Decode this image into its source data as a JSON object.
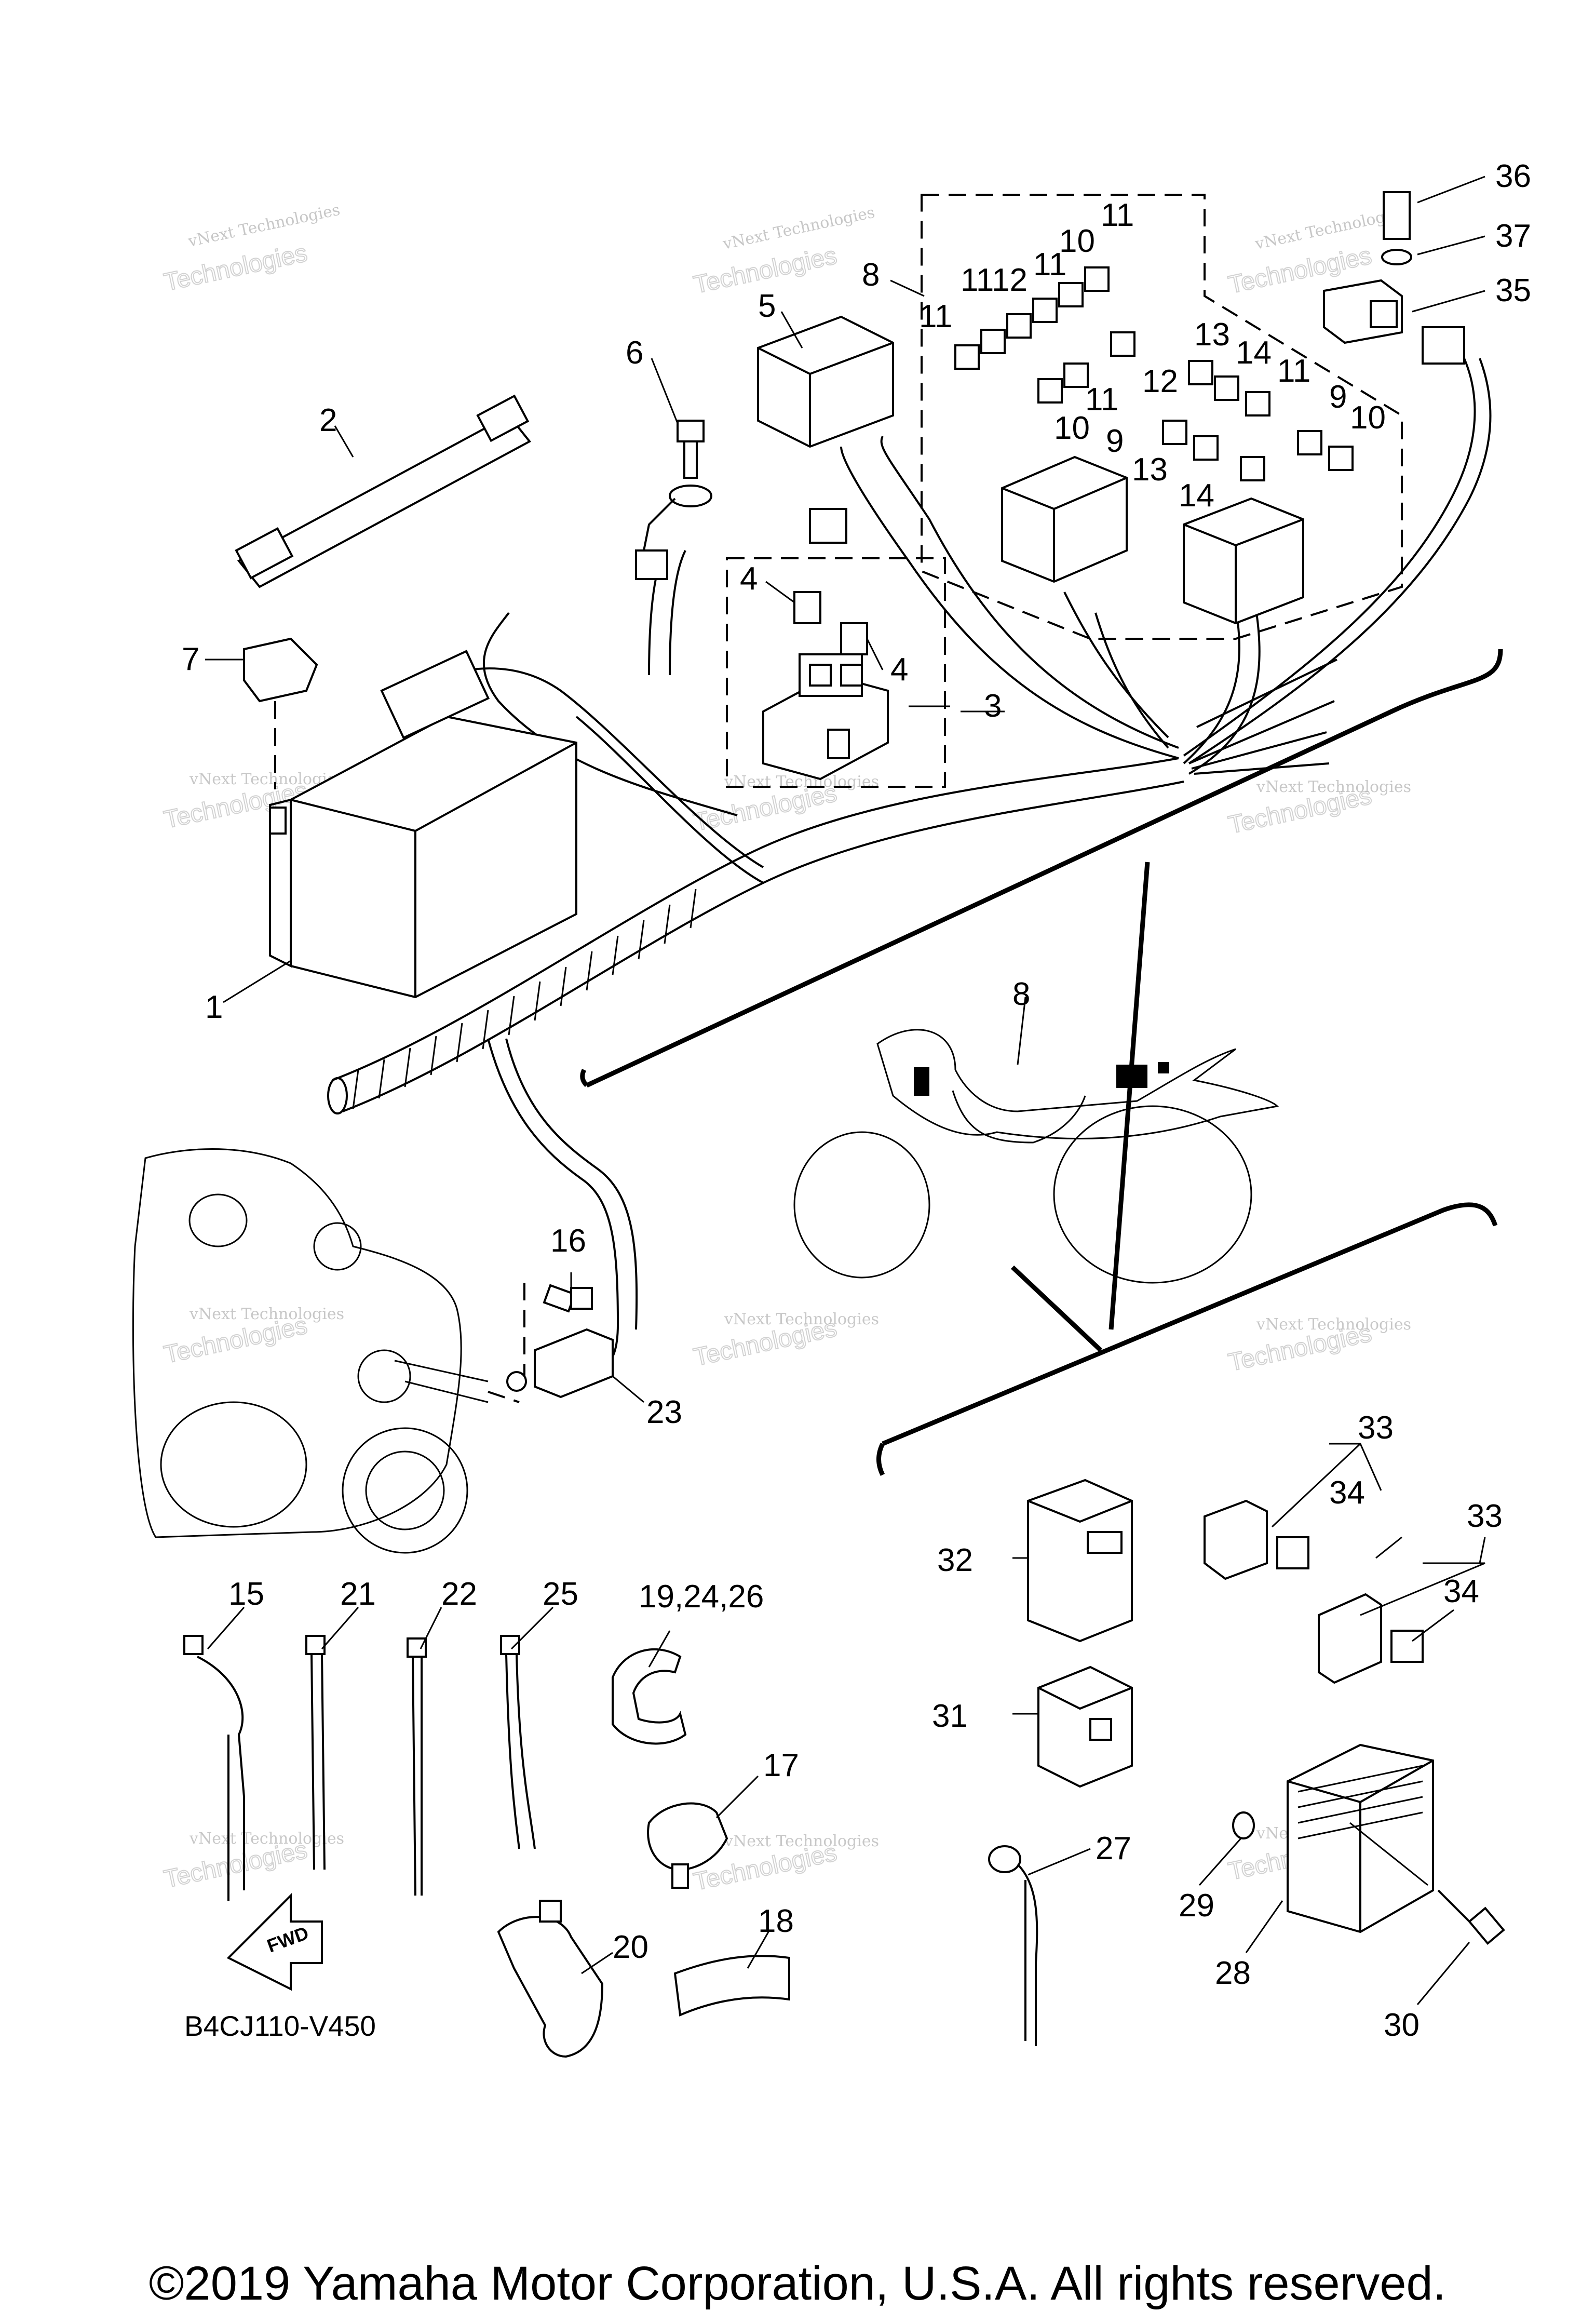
{
  "diagram_code": "B4CJ110-V450",
  "copyright": "©2019 Yamaha Motor Corporation, U.S.A. All rights reserved.",
  "fwd_label": "FWD",
  "watermark": {
    "line1": "vNext Technologies",
    "line2": "Technologies"
  },
  "callouts": [
    "1",
    "2",
    "3",
    "4",
    "4",
    "5",
    "6",
    "7",
    "8",
    "8",
    "9",
    "9",
    "10",
    "10",
    "10",
    "11",
    "11",
    "11",
    "11",
    "11",
    "11",
    "12",
    "12",
    "13",
    "13",
    "14",
    "14",
    "15",
    "16",
    "17",
    "18",
    "19,24,26",
    "20",
    "21",
    "22",
    "23",
    "25",
    "27",
    "28",
    "29",
    "30",
    "31",
    "32",
    "33",
    "33",
    "34",
    "34",
    "35",
    "36",
    "37"
  ]
}
